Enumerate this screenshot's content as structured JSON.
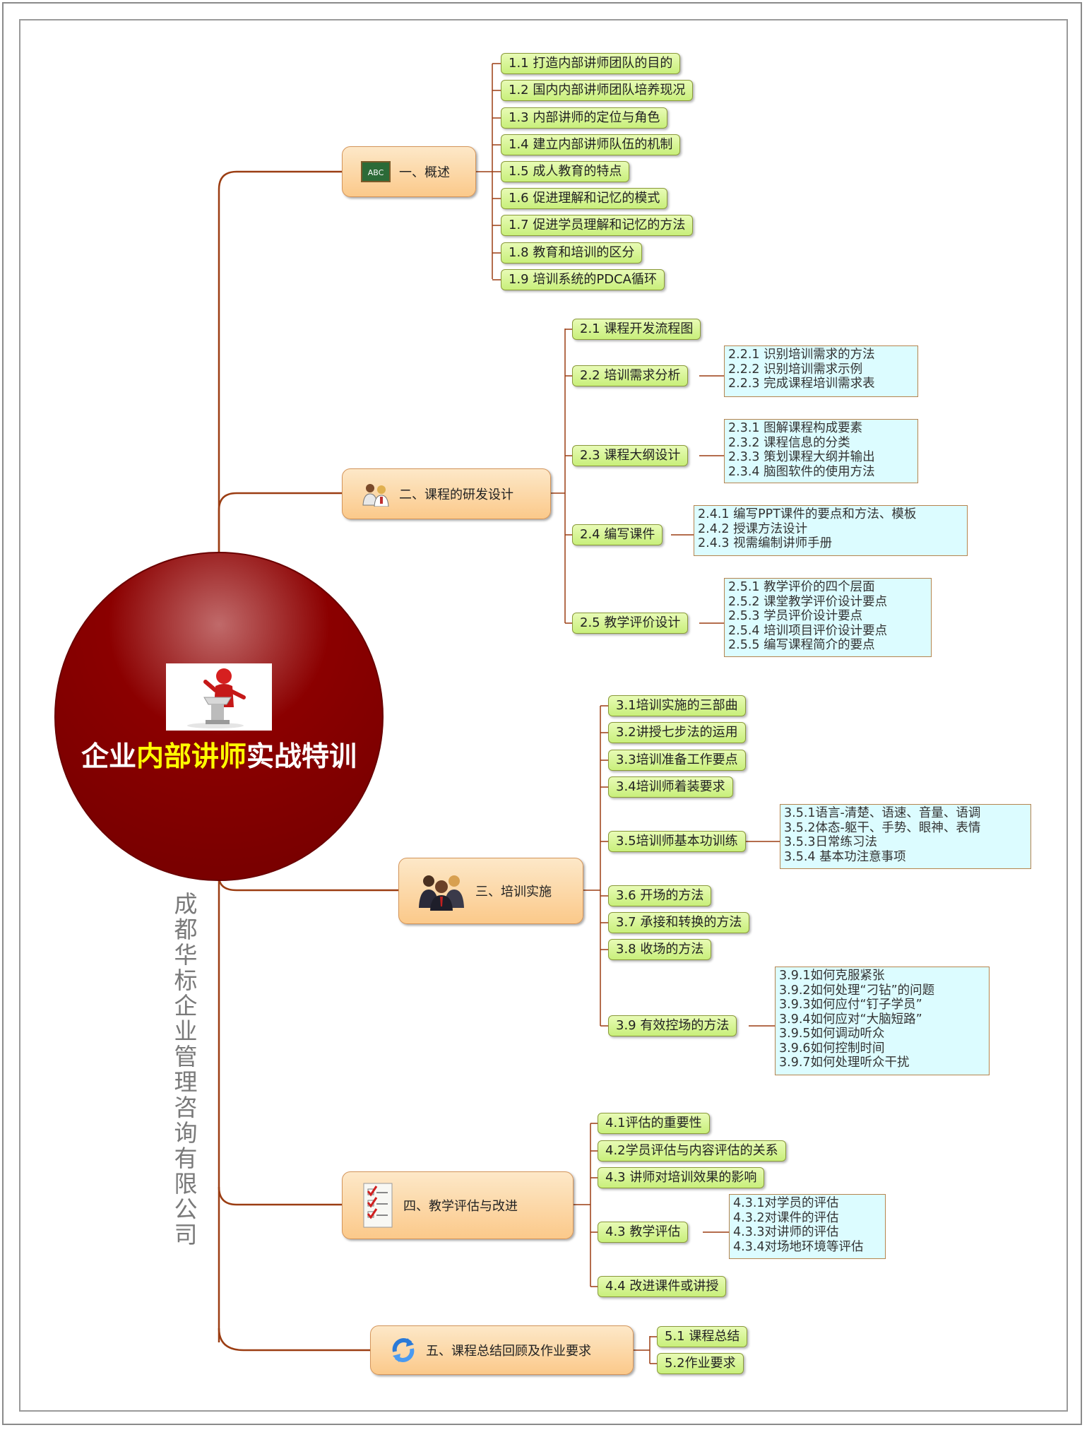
{
  "central": {
    "title_part1": "企业",
    "title_part2": "内部讲师",
    "title_part3": "实战特训",
    "highlight_color": "#ffff00",
    "circle_color": "#8b0000",
    "icon": "speaker-at-podium-icon"
  },
  "company_vertical": [
    "成",
    "都",
    "华",
    "标",
    "企",
    "业",
    "管",
    "理",
    "咨",
    "询",
    "有",
    "限",
    "公",
    "司"
  ],
  "topics": [
    {
      "label": "一、概述",
      "icon": "chalkboard-abc-icon",
      "items": [
        {
          "label": "1.1 打造内部讲师团队的目的"
        },
        {
          "label": "1.2 国内内部讲师团队培养现况"
        },
        {
          "label": "1.3 内部讲师的定位与角色"
        },
        {
          "label": "1.4 建立内部讲师队伍的机制"
        },
        {
          "label": "1.5 成人教育的特点"
        },
        {
          "label": "1.6 促进理解和记忆的模式"
        },
        {
          "label": "1.7 促进学员理解和记忆的方法"
        },
        {
          "label": "1.8 教育和培训的区分"
        },
        {
          "label": "1.9 培训系统的PDCA循环"
        }
      ]
    },
    {
      "label": "二、课程的研发设计",
      "icon": "team-people-icon",
      "items": [
        {
          "label": "2.1 课程开发流程图"
        },
        {
          "label": "2.2 培训需求分析",
          "details": [
            "2.2.1 识别培训需求的方法",
            "2.2.2 识别培训需求示例",
            "2.2.3 完成课程培训需求表"
          ]
        },
        {
          "label": "2.3 课程大纲设计",
          "details": [
            "2.3.1 图解课程构成要素",
            "2.3.2 课程信息的分类",
            "2.3.3 策划课程大纲并输出",
            "2.3.4 脑图软件的使用方法"
          ]
        },
        {
          "label": "2.4 编写课件",
          "details": [
            "2.4.1 编写PPT课件的要点和方法、模板",
            "2.4.2 授课方法设计",
            "2.4.3 视需编制讲师手册"
          ]
        },
        {
          "label": "2.5 教学评价设计",
          "details": [
            "2.5.1 教学评价的四个层面",
            "2.5.2 课堂教学评价设计要点",
            "2.5.3 学员评价设计要点",
            "2.5.4 培训项目评价设计要点",
            "2.5.5 编写课程简介的要点"
          ]
        }
      ]
    },
    {
      "label": "三、培训实施",
      "icon": "business-group-icon",
      "items": [
        {
          "label": "3.1培训实施的三部曲"
        },
        {
          "label": "3.2讲授七步法的运用"
        },
        {
          "label": "3.3培训准备工作要点"
        },
        {
          "label": "3.4培训师着装要求"
        },
        {
          "label": "3.5培训师基本功训练",
          "details": [
            "3.5.1语言-清楚、语速、音量、语调",
            "3.5.2体态-躯干、手势、眼神、表情",
            "3.5.3日常练习法",
            "3.5.4 基本功注意事项"
          ]
        },
        {
          "label": "3.6 开场的方法"
        },
        {
          "label": "3.7 承接和转换的方法"
        },
        {
          "label": "3.8 收场的方法"
        },
        {
          "label": "3.9 有效控场的方法",
          "details": [
            "3.9.1如何克服紧张",
            "3.9.2如何处理“刁钻”的问题",
            "3.9.3如何应付“钉子学员”",
            "3.9.4如何应对“大脑短路”",
            "3.9.5如何调动听众",
            "3.9.6如何控制时间",
            "3.9.7如何处理听众干扰"
          ]
        }
      ]
    },
    {
      "label": "四、教学评估与改进",
      "icon": "checklist-icon",
      "items": [
        {
          "label": "4.1评估的重要性"
        },
        {
          "label": "4.2学员评估与内容评估的关系"
        },
        {
          "label": "4.3 讲师对培训效果的影响"
        },
        {
          "label": "4.3 教学评估",
          "details": [
            "4.3.1对学员的评估",
            "4.3.2对课件的评估",
            "4.3.3对讲师的评估",
            "4.3.4对场地环境等评估"
          ]
        },
        {
          "label": "4.4 改进课件或讲授"
        }
      ]
    },
    {
      "label": "五、课程总结回顾及作业要求",
      "icon": "refresh-arrows-icon",
      "items": [
        {
          "label": "5.1 课程总结"
        },
        {
          "label": "5.2作业要求"
        }
      ]
    }
  ]
}
